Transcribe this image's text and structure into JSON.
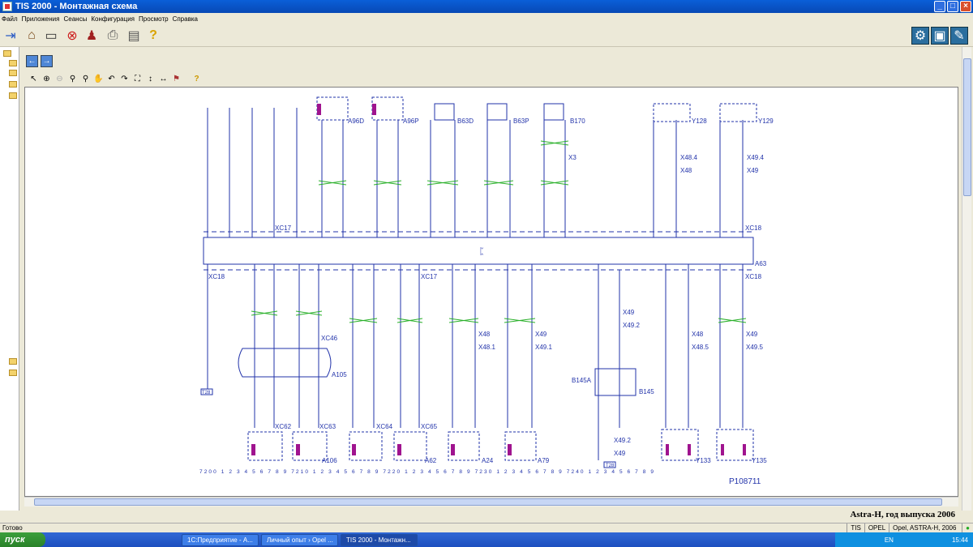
{
  "window": {
    "title": "TIS 2000 - Монтажная схема"
  },
  "menu": [
    "Файл",
    "Приложения",
    "Сеансы",
    "Конфигурация",
    "Просмотр",
    "Справка"
  ],
  "diagram": {
    "ecu": "A63",
    "connectors_top": [
      "XC17",
      "XC18"
    ],
    "connectors_bottom": [
      "XC18",
      "XC17",
      "XC18"
    ],
    "components_top": [
      "A96D",
      "A96P",
      "B63D",
      "B63P",
      "B170",
      "Y128",
      "Y129"
    ],
    "inline_top": [
      "X3",
      "X48.4",
      "X48",
      "X49.4",
      "X49"
    ],
    "mid_labels": [
      "X48",
      "X48.1",
      "X49",
      "X49.1",
      "X49",
      "X49.2",
      "X48",
      "X48.5",
      "X49",
      "X49.5",
      "XC46",
      "A105",
      "B145A",
      "B145",
      "X49.2",
      "X49",
      "T28"
    ],
    "components_bottom": [
      "XC62",
      "XC63",
      "A106",
      "XC64",
      "XC65",
      "A62",
      "A24",
      "A79",
      "Y133",
      "Y135"
    ],
    "ground": [
      "T28"
    ],
    "figure_id": "P108711",
    "bottom_scale": "7200 1 2 3 4 5 6 7 8 9 7210 1 2 3 4 5 6 7 8 9 7220 1 2 3 4 5 6 7 8 9 7230 1 2 3 4 5 6 7 8 9 7240 1 2 3 4 5 6 7 8 9"
  },
  "caption": "Astra-H, год выпуска 2006",
  "status": {
    "left": "Готово",
    "c1": "TIS",
    "c2": "OPEL",
    "c3": "Opel, ASTRA-H, 2006"
  },
  "taskbar": {
    "start": "пуск",
    "tasks": [
      "1С:Предприятие - А...",
      "Личный опыт › Opel ...",
      "TIS 2000 - Монтажн..."
    ],
    "lang": "EN",
    "time": "15:44"
  }
}
